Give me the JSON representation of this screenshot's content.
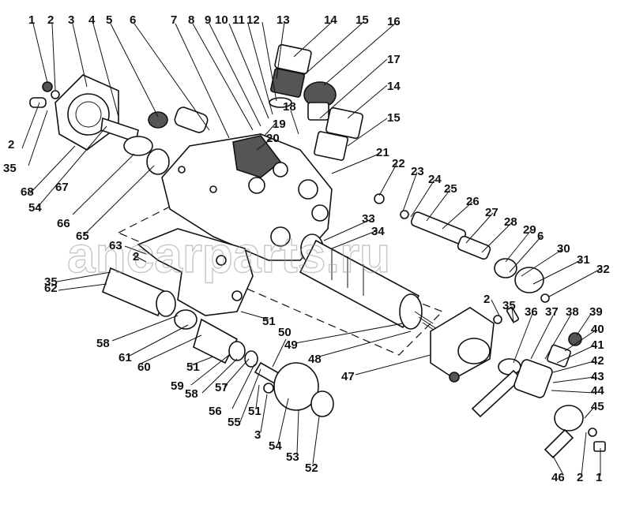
{
  "watermark": "ancarparts.ru",
  "labels": [
    "1",
    "2",
    "3",
    "4",
    "5",
    "6",
    "7",
    "8",
    "9",
    "10",
    "11",
    "12",
    "13",
    "14",
    "15",
    "16",
    "17",
    "14",
    "15",
    "18",
    "19",
    "20",
    "21",
    "22",
    "23",
    "24",
    "25",
    "26",
    "27",
    "28",
    "29",
    "6",
    "30",
    "31",
    "32",
    "33",
    "34",
    "2",
    "35",
    "63",
    "2",
    "35",
    "62",
    "68",
    "54",
    "67",
    "66",
    "65",
    "2",
    "35",
    "36",
    "37",
    "38",
    "39",
    "40",
    "41",
    "42",
    "43",
    "44",
    "45",
    "46",
    "2",
    "1",
    "47",
    "48",
    "49",
    "50",
    "51",
    "51",
    "51",
    "3",
    "54",
    "53",
    "52",
    "58",
    "61",
    "60",
    "59",
    "58",
    "57",
    "56",
    "55"
  ],
  "colors": {
    "ink": "#111111",
    "paper": "#ffffff",
    "watermark": "#9a9a9a"
  }
}
